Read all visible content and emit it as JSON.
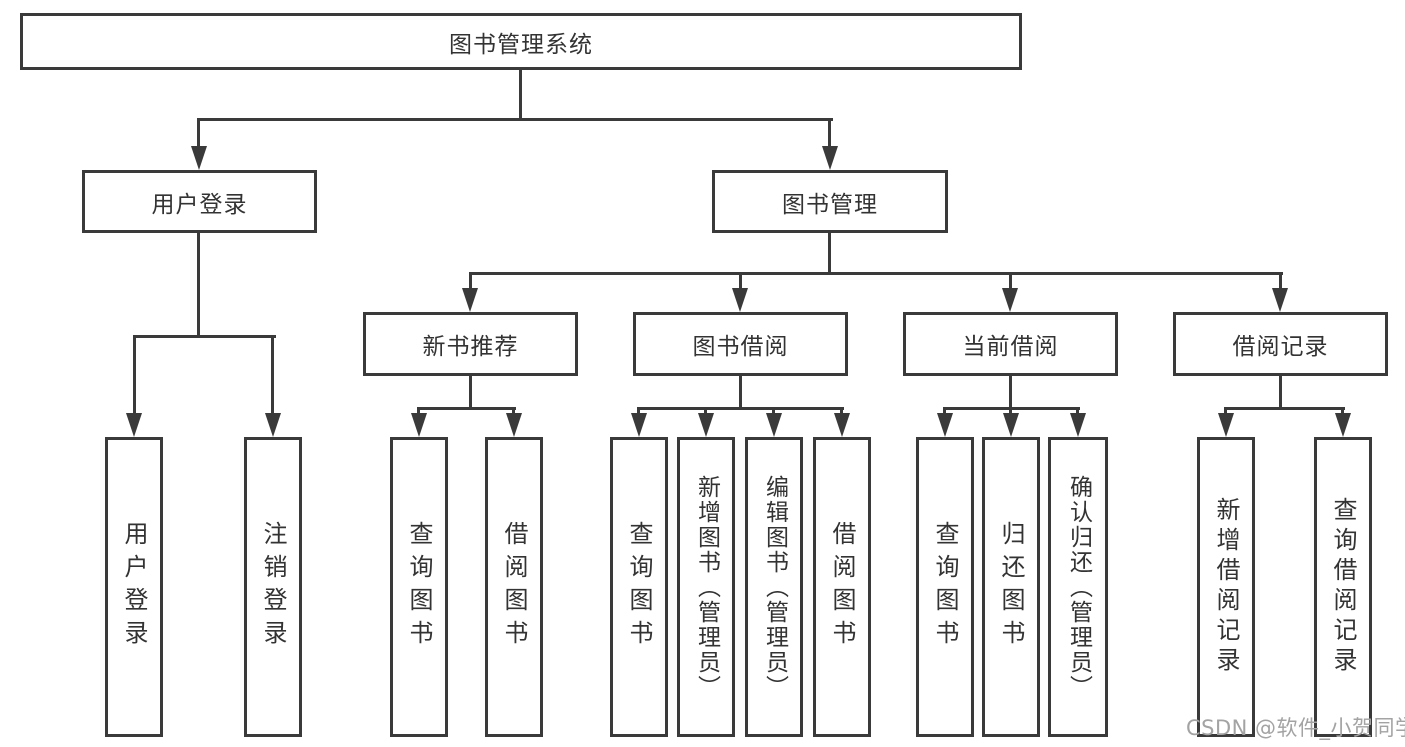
{
  "diagram_title": "图书管理系统",
  "tree": {
    "label": "图书管理系统",
    "children": [
      {
        "label": "用户登录",
        "children": [
          {
            "label": "用户登录"
          },
          {
            "label": "注销登录"
          }
        ]
      },
      {
        "label": "图书管理",
        "children": [
          {
            "label": "新书推荐",
            "children": [
              {
                "label": "查询图书"
              },
              {
                "label": "借阅图书"
              }
            ]
          },
          {
            "label": "图书借阅",
            "children": [
              {
                "label": "查询图书"
              },
              {
                "label": "新增图书（管理员）"
              },
              {
                "label": "编辑图书（管理员）"
              },
              {
                "label": "借阅图书"
              }
            ]
          },
          {
            "label": "当前借阅",
            "children": [
              {
                "label": "查询图书"
              },
              {
                "label": "归还图书"
              },
              {
                "label": "确认归还（管理员）"
              }
            ]
          },
          {
            "label": "借阅记录",
            "children": [
              {
                "label": "新增借阅记录"
              },
              {
                "label": "查询借阅记录"
              }
            ]
          }
        ]
      }
    ]
  },
  "watermark": {
    "text": "CSDN @软件_小贺同学"
  },
  "colors": {
    "stroke": "#3a3a3a",
    "text": "#333333",
    "background": "#ffffff",
    "watermark": "#a3a3a3"
  }
}
